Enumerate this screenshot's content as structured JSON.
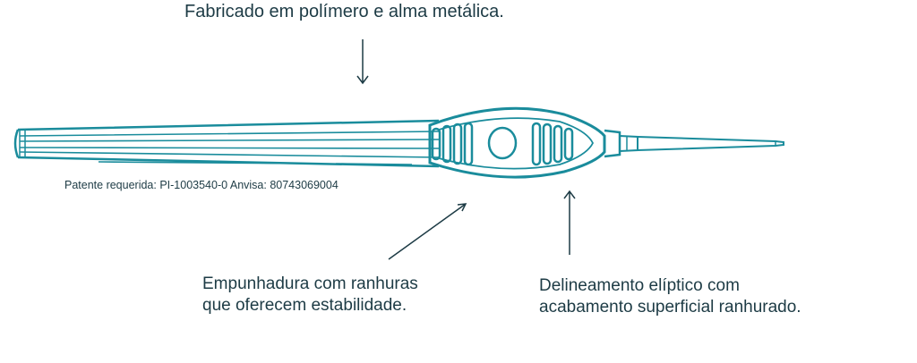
{
  "annotations": {
    "material": "Fabricado em polímero e alma metálica.",
    "patent": "Patente requerida: PI-1003540-0 Anvisa: 80743069004",
    "grip_line1": "Empunhadura com ranhuras",
    "grip_line2": "que oferecem estabilidade.",
    "elliptic_line1": "Delineamento elíptico com",
    "elliptic_line2": "acabamento superficial ranhurado."
  },
  "colors": {
    "instrument": "#1a8c9c",
    "text": "#1d3b45",
    "arrow": "#1d3b45"
  }
}
